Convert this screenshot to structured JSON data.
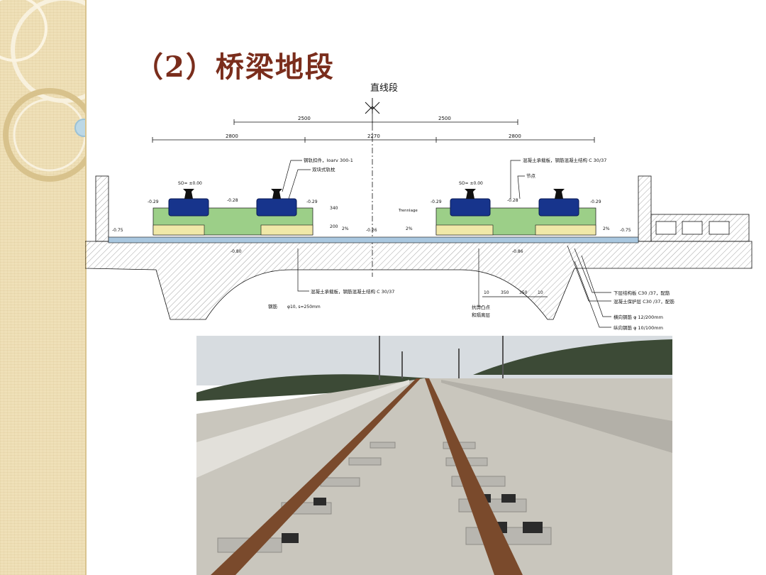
{
  "slide": {
    "title": "（2）桥梁地段"
  },
  "diagram": {
    "heading": "直线段",
    "dims_top": [
      "2500",
      "2500"
    ],
    "dims_second": [
      "2800",
      "2270",
      "2800"
    ],
    "annotations": {
      "fastener": "钢轨扣件，Ioarv 300-1",
      "sleeper": "双块式轨枕",
      "base_plate_right": "混凝土承载板，钢筋混凝土结构 C 30/37",
      "node": "节点",
      "support_plate": "混凝土承载板，钢筋混凝土结构 C 30/37",
      "rebar": "钢筋",
      "rebar_spec": "φ10, s=250mm",
      "shear_groove": "抗剪凸点",
      "isolation_layer": "和隔离层",
      "lower_base": "下层结构板 C30 /37，配筋",
      "protect_layer": "混凝土保护层 C30 /37，配筋",
      "transverse_bar": "横向钢筋 φ 12/200mm",
      "longitudinal_bar": "纵向钢筋 φ 10/100mm",
      "trenndrain": "Trennlage"
    },
    "levels": {
      "rail_left": "SO= ±0.00",
      "rail_right": "SO= ±0.00",
      "minus029": "-0.29",
      "minus028": "-0.28",
      "minus075": "-0.75",
      "minus026": "-0.26",
      "minus080": "-0.80",
      "minus086": "-0.86"
    },
    "dims_small": {
      "h340": "340",
      "h200": "200",
      "w10": "10",
      "w350": "350",
      "slope": "2%"
    }
  },
  "photo": {
    "subject": "bridge-section-ballastless-track",
    "colors": {
      "sky": "#d7dce0",
      "hill": "#3c4a36",
      "slab": "#c9c6bd",
      "rail": "#7a4a2c",
      "sleeper": "#b8b6b0",
      "fastener": "#2b2b2b"
    }
  }
}
